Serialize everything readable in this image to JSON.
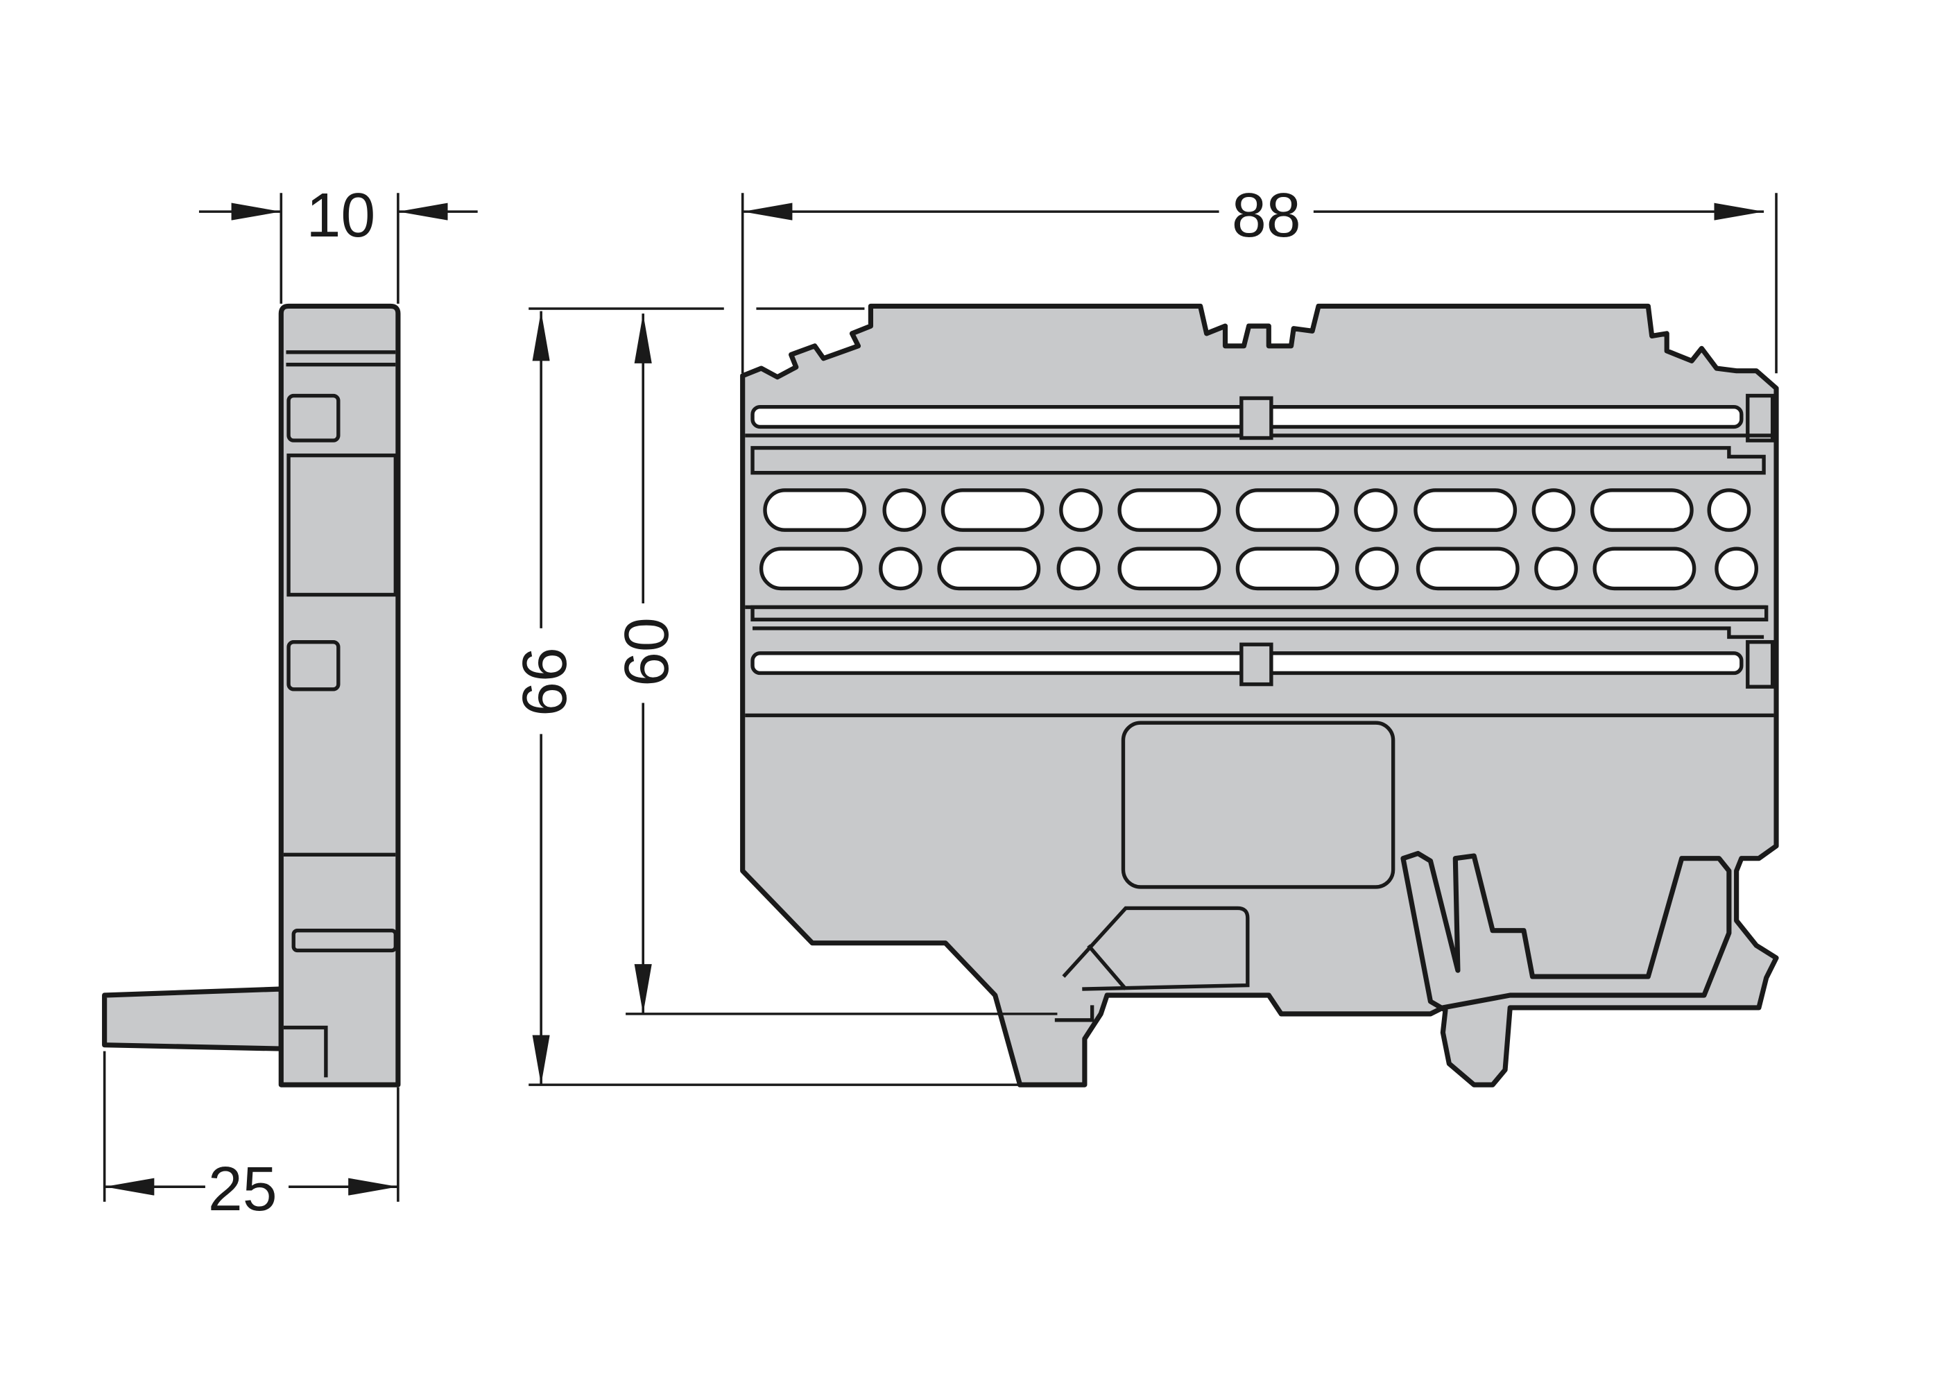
{
  "drawing": {
    "dimensions": {
      "side_width": "10",
      "side_depth": "25",
      "front_width": "88",
      "total_height": "66",
      "rail_height": "60"
    },
    "colors": {
      "part_fill": "#c8c9cb",
      "line": "#1a1a1a"
    }
  }
}
